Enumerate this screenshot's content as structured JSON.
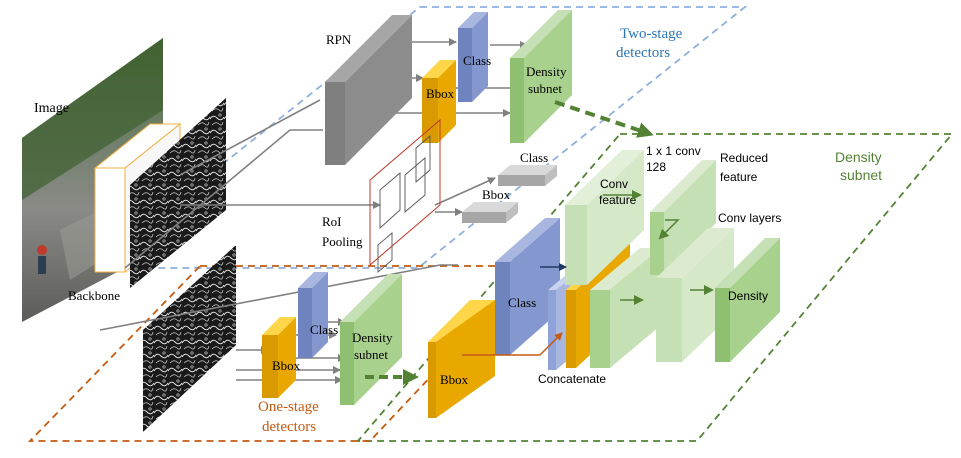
{
  "labels": {
    "image": "Image",
    "backbone": "Backbone",
    "rpn": "RPN",
    "class_top": "Class",
    "bbox_top": "Bbox",
    "density_subnet_top": [
      "Density",
      "subnet"
    ],
    "two_stage": [
      "Two-stage",
      "detectors"
    ],
    "roi_pooling": [
      "RoI",
      "Pooling"
    ],
    "roi_class": "Class",
    "roi_bbox": "Bbox",
    "class_bottom": "Class",
    "bbox_bottom": "Bbox",
    "density_subnet_bottom": [
      "Density",
      "subnet"
    ],
    "one_stage": [
      "One-stage",
      "detectors"
    ],
    "big_bbox": "Bbox",
    "big_class": "Class",
    "concatenate": "Concatenate",
    "conv_feature": [
      "Conv",
      "feature"
    ],
    "one_by_one": [
      "1 x 1 conv",
      "128"
    ],
    "reduced_feature": [
      "Reduced",
      "feature"
    ],
    "conv_layers": "Conv layers",
    "density": "Density",
    "density_subnet_right": [
      "Density",
      "subnet"
    ]
  },
  "colors": {
    "class_blue": "#7b90c8",
    "bbox_gold": "#e8a800",
    "density_green": "#a9d18e",
    "light_green": "#c5e0b4",
    "gray": "#8c8c8c",
    "two_stage_dash": "#8fb0dd",
    "one_stage_dash": "#c55a11",
    "density_dash": "#548235",
    "two_stage_text": "#2e75b6",
    "one_stage_text": "#c55a11",
    "density_text": "#548235"
  }
}
